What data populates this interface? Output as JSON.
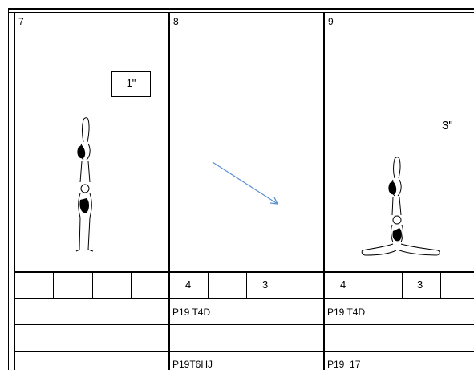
{
  "frames": [
    {
      "number": "7",
      "time": "1\"",
      "count_a": "",
      "count_b": "",
      "code_1": "",
      "code_2": ""
    },
    {
      "number": "8",
      "time": "",
      "count_a": "4",
      "count_b": "3",
      "code_1": "P19 T4D",
      "code_2": "P19T6HJ"
    },
    {
      "number": "9",
      "time": "3\"",
      "count_a": "4",
      "count_b": "3",
      "code_1": "P19 T4D",
      "code_2": "P19  17"
    }
  ],
  "icons": {
    "frame7": "handstand-pair-figure-icon",
    "frame8": "arrow-icon",
    "frame9": "handstand-split-figure-icon"
  },
  "colors": {
    "arrow": "#5b8fd1",
    "line": "#000000"
  }
}
